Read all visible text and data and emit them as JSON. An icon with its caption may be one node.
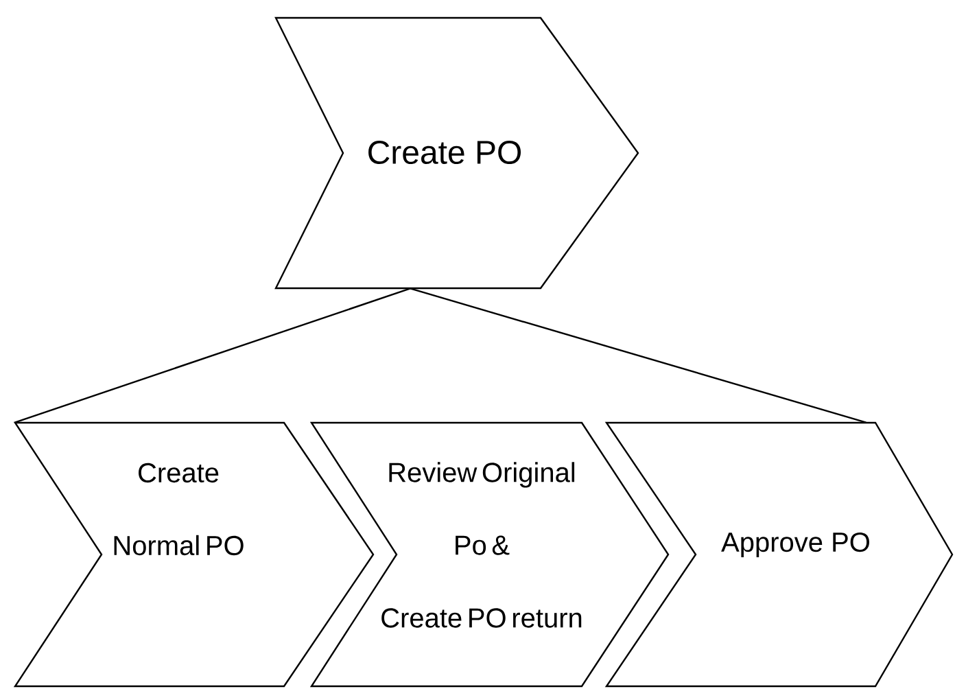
{
  "diagram": {
    "nodes": [
      {
        "text": [
          "Create PO"
        ]
      },
      {
        "text": [
          "Create Normal PO"
        ]
      },
      {
        "text": [
          "Review Original Po & Create PO return"
        ]
      },
      {
        "text": [
          "Approve PO"
        ]
      }
    ],
    "edges": [
      {
        "from": 0,
        "to": 1,
        "arrow": "none"
      },
      {
        "from": 0,
        "to": 3,
        "arrow": "none"
      }
    ]
  }
}
